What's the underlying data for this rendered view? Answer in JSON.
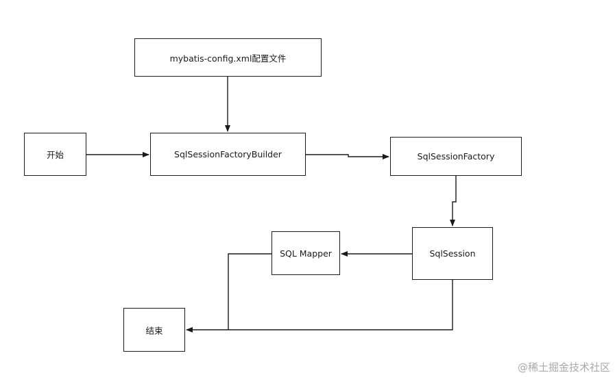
{
  "nodes": {
    "config": "mybatis-config.xml配置文件",
    "start": "开始",
    "builder": "SqlSessionFactoryBuilder",
    "factory": "SqlSessionFactory",
    "session": "SqlSession",
    "mapper": "SQL Mapper",
    "end": "结束"
  },
  "edges": [
    {
      "from": "config",
      "to": "builder"
    },
    {
      "from": "start",
      "to": "builder"
    },
    {
      "from": "builder",
      "to": "factory"
    },
    {
      "from": "factory",
      "to": "session"
    },
    {
      "from": "session",
      "to": "mapper"
    },
    {
      "from": "session",
      "to": "end"
    },
    {
      "from": "mapper",
      "to": "end"
    }
  ],
  "watermark": "@稀土掘金技术社区",
  "colors": {
    "stroke": "#1a1a1a",
    "watermark": "#a9a9a9"
  }
}
